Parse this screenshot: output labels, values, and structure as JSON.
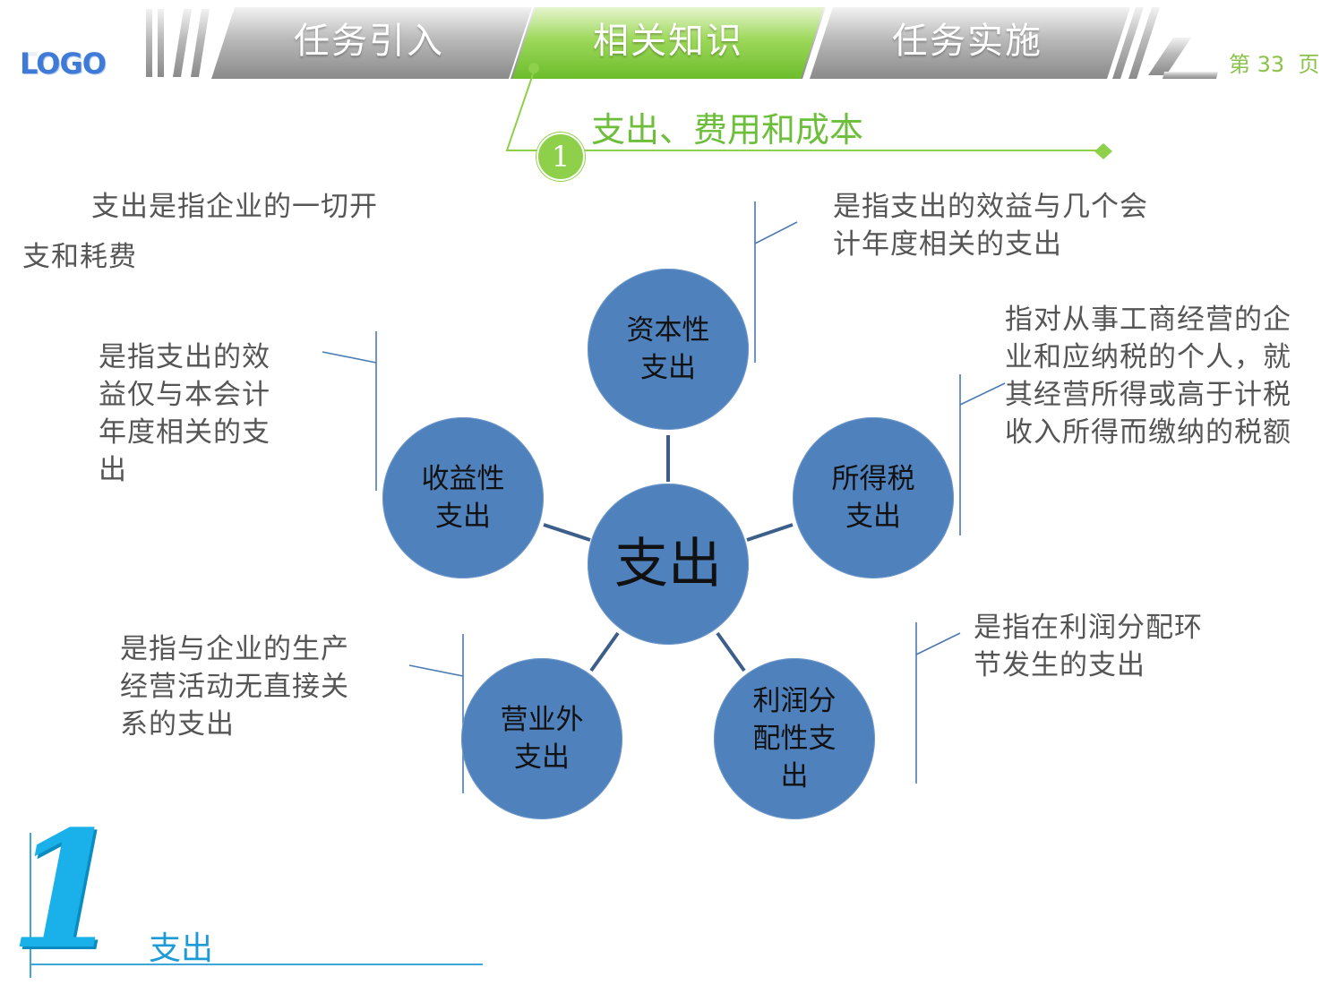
{
  "header": {
    "logo_text": "LOGO",
    "tabs": [
      {
        "label": "任务引入",
        "active": false
      },
      {
        "label": "相关知识",
        "active": true
      },
      {
        "label": "任务实施",
        "active": false
      }
    ],
    "page_number": "第 33  页",
    "colors": {
      "active_tab": "#8ed04a",
      "inactive_tab": "#9a9a9a",
      "accent_green": "#6dbe3a"
    }
  },
  "section": {
    "number": "1",
    "title": "支出、费用和成本"
  },
  "intro": {
    "line1": "支出是指企业的一切开",
    "line2": "支和耗费"
  },
  "diagram": {
    "center": "支出",
    "nodes": {
      "capital": "资本性支出",
      "revenue": "收益性支出",
      "income_tax": "所得税支出",
      "non_operating": "营业外支出",
      "profit_distribution": "利润分配性支出"
    },
    "descriptions": {
      "capital": [
        "是指支出的效益与几个会",
        "计年度相关的支出"
      ],
      "revenue": [
        "是指支出的效",
        "益仅与本会计",
        "年度相关的支",
        "出"
      ],
      "income_tax": [
        "指对从事工商经营的企",
        "业和应纳税的个人，就",
        "其经营所得或高于计税",
        "收入所得而缴纳的税额"
      ],
      "non_operating": [
        "是指与企业的生产",
        "经营活动无直接关",
        "系的支出"
      ],
      "profit_distribution": [
        "是指在利润分配环",
        "节发生的支出"
      ]
    },
    "colors": {
      "node_fill": "#4f81bd",
      "connector": "#3b5f8a",
      "leader_line": "#4a7bb5"
    }
  },
  "footer": {
    "number": "1",
    "label": "支出",
    "color": "#1ab0ea"
  }
}
